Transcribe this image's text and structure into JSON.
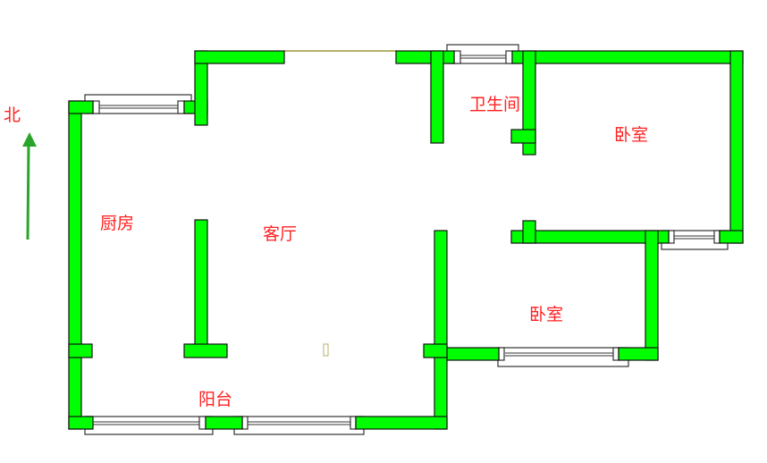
{
  "compass": {
    "label": "北",
    "arrow_color": "#2aa52a"
  },
  "rooms": {
    "kitchen": "厨房",
    "living_room": "客厅",
    "bathroom": "卫生间",
    "bedroom_1": "卧室",
    "bedroom_2": "卧室",
    "balcony": "阳台"
  },
  "colors": {
    "wall": "#00ff00",
    "label": "#ff2020",
    "door_line": "#b5b06a"
  }
}
